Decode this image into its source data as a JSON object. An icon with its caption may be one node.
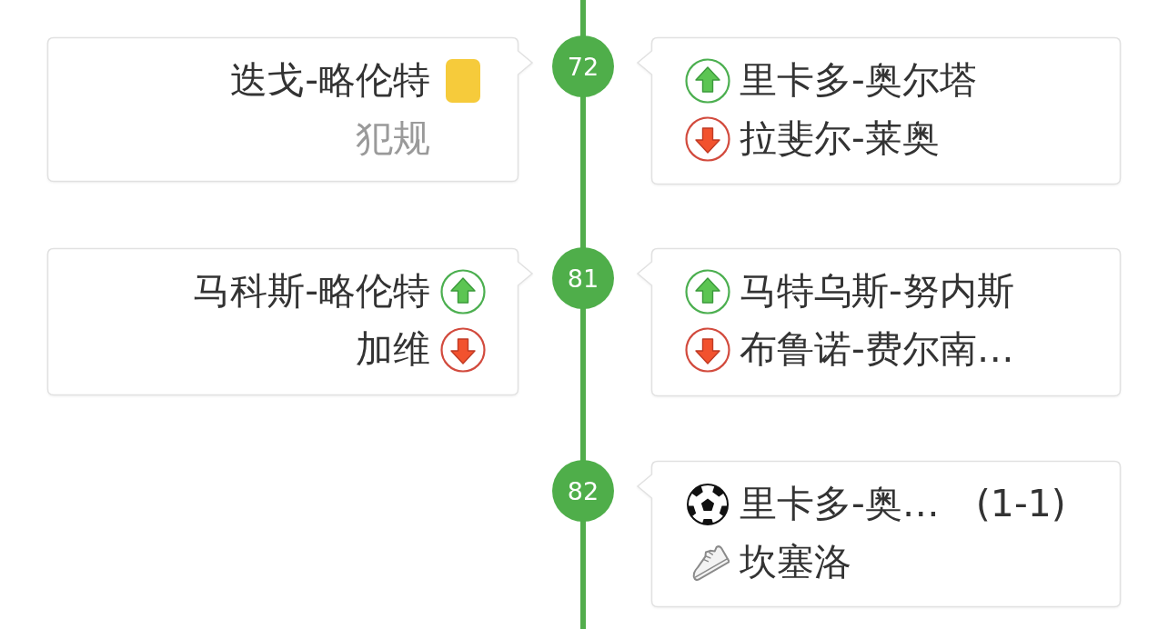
{
  "diagram": {
    "nodes": [
      {
        "text": [
          "迭戈-略伦特",
          "犯规"
        ]
      },
      {
        "text": [
          "72"
        ]
      },
      {
        "text": [
          "里卡多-奥尔塔",
          "拉斐尔-莱奥"
        ]
      },
      {
        "text": [
          "马科斯-略伦特",
          "加维"
        ]
      },
      {
        "text": [
          "81"
        ]
      },
      {
        "text": [
          "马特乌斯-努内斯",
          "布鲁诺-费尔南…"
        ]
      },
      {
        "text": [
          "82"
        ]
      },
      {
        "text": [
          "里卡多-奥…",
          "(1-1)",
          "坎塞洛"
        ]
      }
    ]
  }
}
